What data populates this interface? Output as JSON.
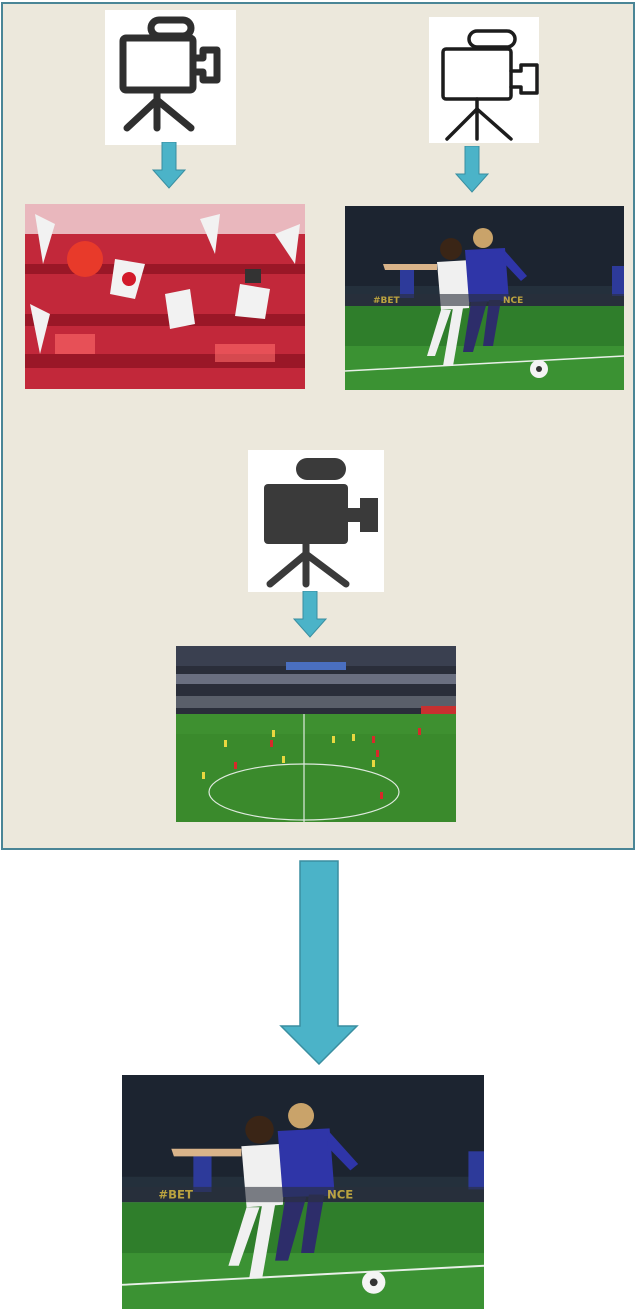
{
  "colors": {
    "panel_bg": "#ece8dc",
    "panel_border": "#4a8596",
    "arrow": "#4bb3c8",
    "camera_dark": "#2f2f2f",
    "camera_mid": "#3a3a3a",
    "camera_light": "#1c1c1c"
  },
  "icons": {
    "camera_1": "video-camera-on-tripod-icon",
    "camera_2": "video-camera-on-tripod-outline-icon",
    "camera_3": "video-camera-on-tripod-filled-icon",
    "arrow_small": "down-arrow-icon",
    "arrow_big": "large-down-arrow-icon"
  },
  "images": {
    "crowd": "crowd-with-red-flags-image",
    "closeup": "two-players-close-up-image",
    "wide": "wide-stadium-pitch-view-image",
    "output": "selected-close-up-output-image"
  }
}
